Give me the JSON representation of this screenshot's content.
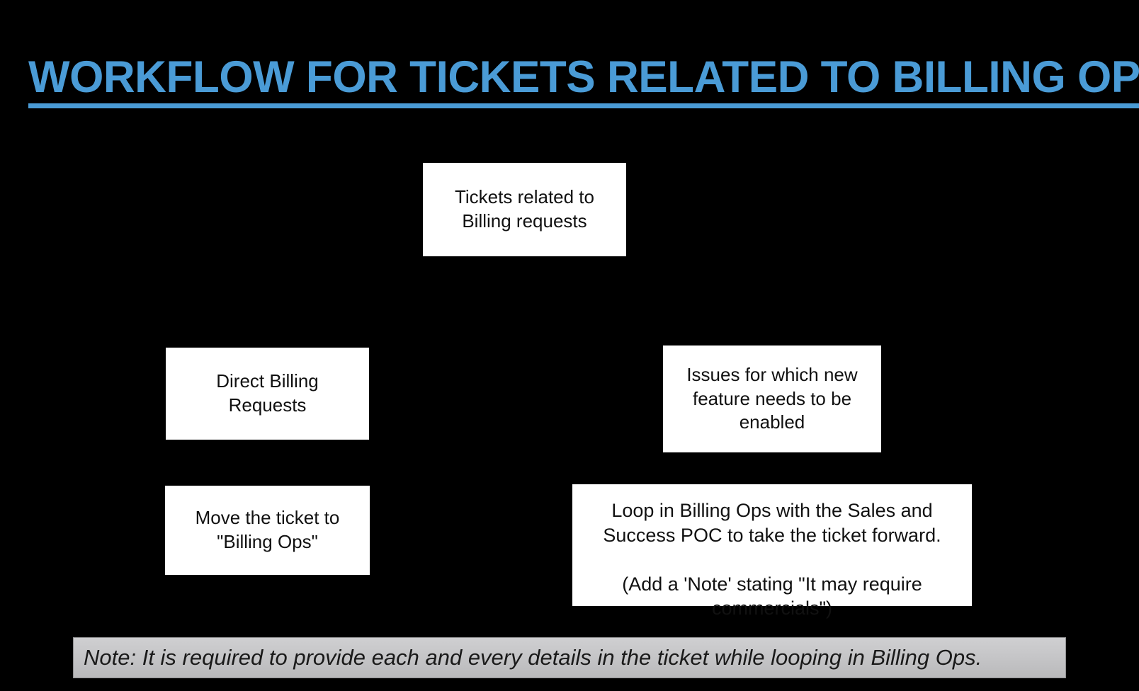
{
  "slide": {
    "background_color": "#000000",
    "title": {
      "text": "WORKFLOW FOR TICKETS RELATED TO BILLING OPS",
      "color": "#4A9BD6",
      "underline": true
    }
  },
  "flow": {
    "nodes": [
      {
        "id": "start",
        "label": "Tickets related to\nBilling requests",
        "fill": "#FFFFFF",
        "text_color": "#111111"
      },
      {
        "id": "direct-billing",
        "label": "Direct Billing\nRequests",
        "fill": "#FFFFFF",
        "text_color": "#111111"
      },
      {
        "id": "new-feature",
        "label": "Issues for which new\nfeature needs to be\nenabled",
        "fill": "#FFFFFF",
        "text_color": "#111111"
      },
      {
        "id": "move-ticket",
        "label": "Move the ticket to\n\"Billing Ops\"",
        "fill": "#FFFFFF",
        "text_color": "#111111"
      },
      {
        "id": "loop-billing-ops",
        "label": "Loop in Billing Ops with the Sales and\nSuccess POC to take the ticket forward.\n\n(Add a 'Note' stating \"It may require\ncommercials\")",
        "fill": "#FFFFFF",
        "text_color": "#111111"
      }
    ]
  },
  "footer": {
    "note": "Note: It is required to provide each and every details in the ticket while looping in Billing Ops.",
    "background_color": "#C6C6C8",
    "text_color": "#1A1A1A"
  }
}
